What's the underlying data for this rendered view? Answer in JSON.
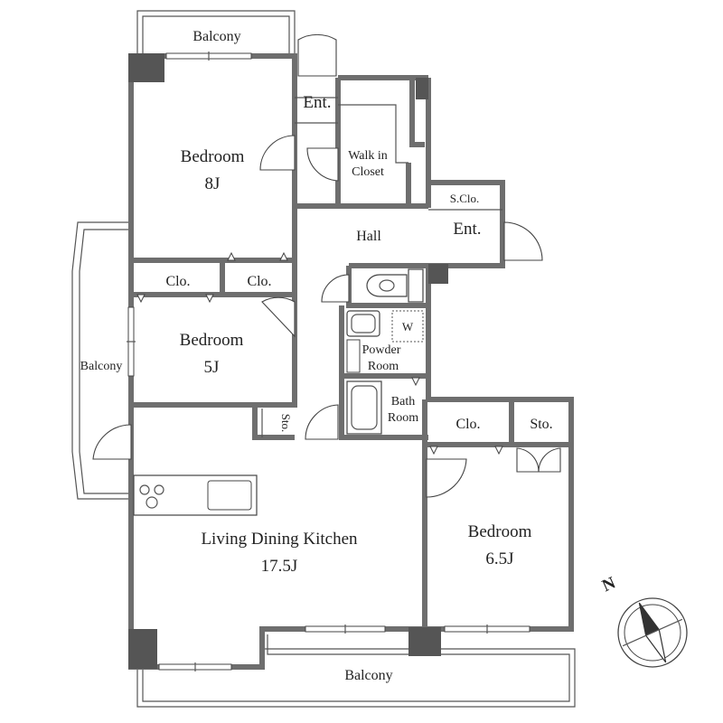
{
  "rooms": {
    "balcony_top": "Balcony",
    "entrance_main": "Ent.",
    "walk_in_closet_line1": "Walk in",
    "walk_in_closet_line2": "Closet",
    "bedroom1_name": "Bedroom",
    "bedroom1_size": "8J",
    "hall": "Hall",
    "storage_closet": "S.Clo.",
    "entrance_side": "Ent.",
    "closet_a": "Clo.",
    "closet_b": "Clo.",
    "bedroom2_name": "Bedroom",
    "bedroom2_size": "5J",
    "balcony_left": "Balcony",
    "washer": "W",
    "powder_room_line1": "Powder",
    "powder_room_line2": "Room",
    "bath_room_line1": "Bath",
    "bath_room_line2": "Room",
    "storage_small": "Sto.",
    "closet_c": "Clo.",
    "storage_c": "Sto.",
    "ldk_name": "Living Dining Kitchen",
    "ldk_size": "17.5J",
    "bedroom3_name": "Bedroom",
    "bedroom3_size": "6.5J",
    "balcony_bottom": "Balcony"
  },
  "compass": {
    "north_label": "N"
  }
}
